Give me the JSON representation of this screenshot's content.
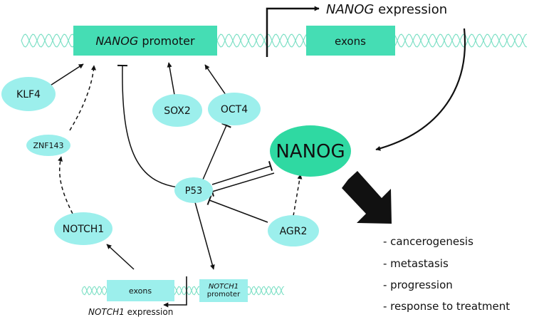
{
  "colors": {
    "dna_strand": "#7fe0c6",
    "box_fill": "#45ddb4",
    "node_fill": "#9cefec",
    "nanog_fill": "#2fd9a2",
    "line": "#111111"
  },
  "top_gene": {
    "promoter_gene": "NANOG",
    "promoter_word": " promoter",
    "exons": "exons",
    "expression_gene": "NANOG",
    "expression_word": " expression"
  },
  "nodes": {
    "klf4": "KLF4",
    "sox2": "SOX2",
    "oct4": "OCT4",
    "znf143": "ZNF143",
    "p53": "P53",
    "nanog": "NANOG",
    "notch1": "NOTCH1",
    "agr2": "AGR2"
  },
  "bottom_gene": {
    "exons": "exons",
    "promoter_gene": "NOTCH1",
    "promoter_word": "promoter",
    "expression_gene": "NOTCH1",
    "expression_word": " expression"
  },
  "outcomes": [
    "- cancerogenesis",
    "- metastasis",
    "- progression",
    "- response to treatment"
  ]
}
